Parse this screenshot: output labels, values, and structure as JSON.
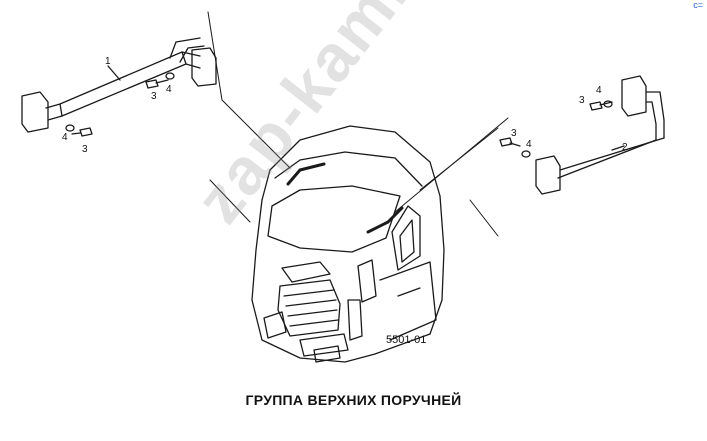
{
  "caption": "ГРУППА ВЕРХНИХ ПОРУЧНЕЙ",
  "drawing_code": "5501-01",
  "watermark": "zap-kam.ru",
  "corner_mark": "c=",
  "callouts": {
    "left_handrail": "1",
    "right_handrail": "2",
    "bolt": "3",
    "washer": "4"
  },
  "colors": {
    "line": "#1a1a1a",
    "watermark": "#9a9a9a",
    "corner_mark": "#2a5bd7"
  }
}
